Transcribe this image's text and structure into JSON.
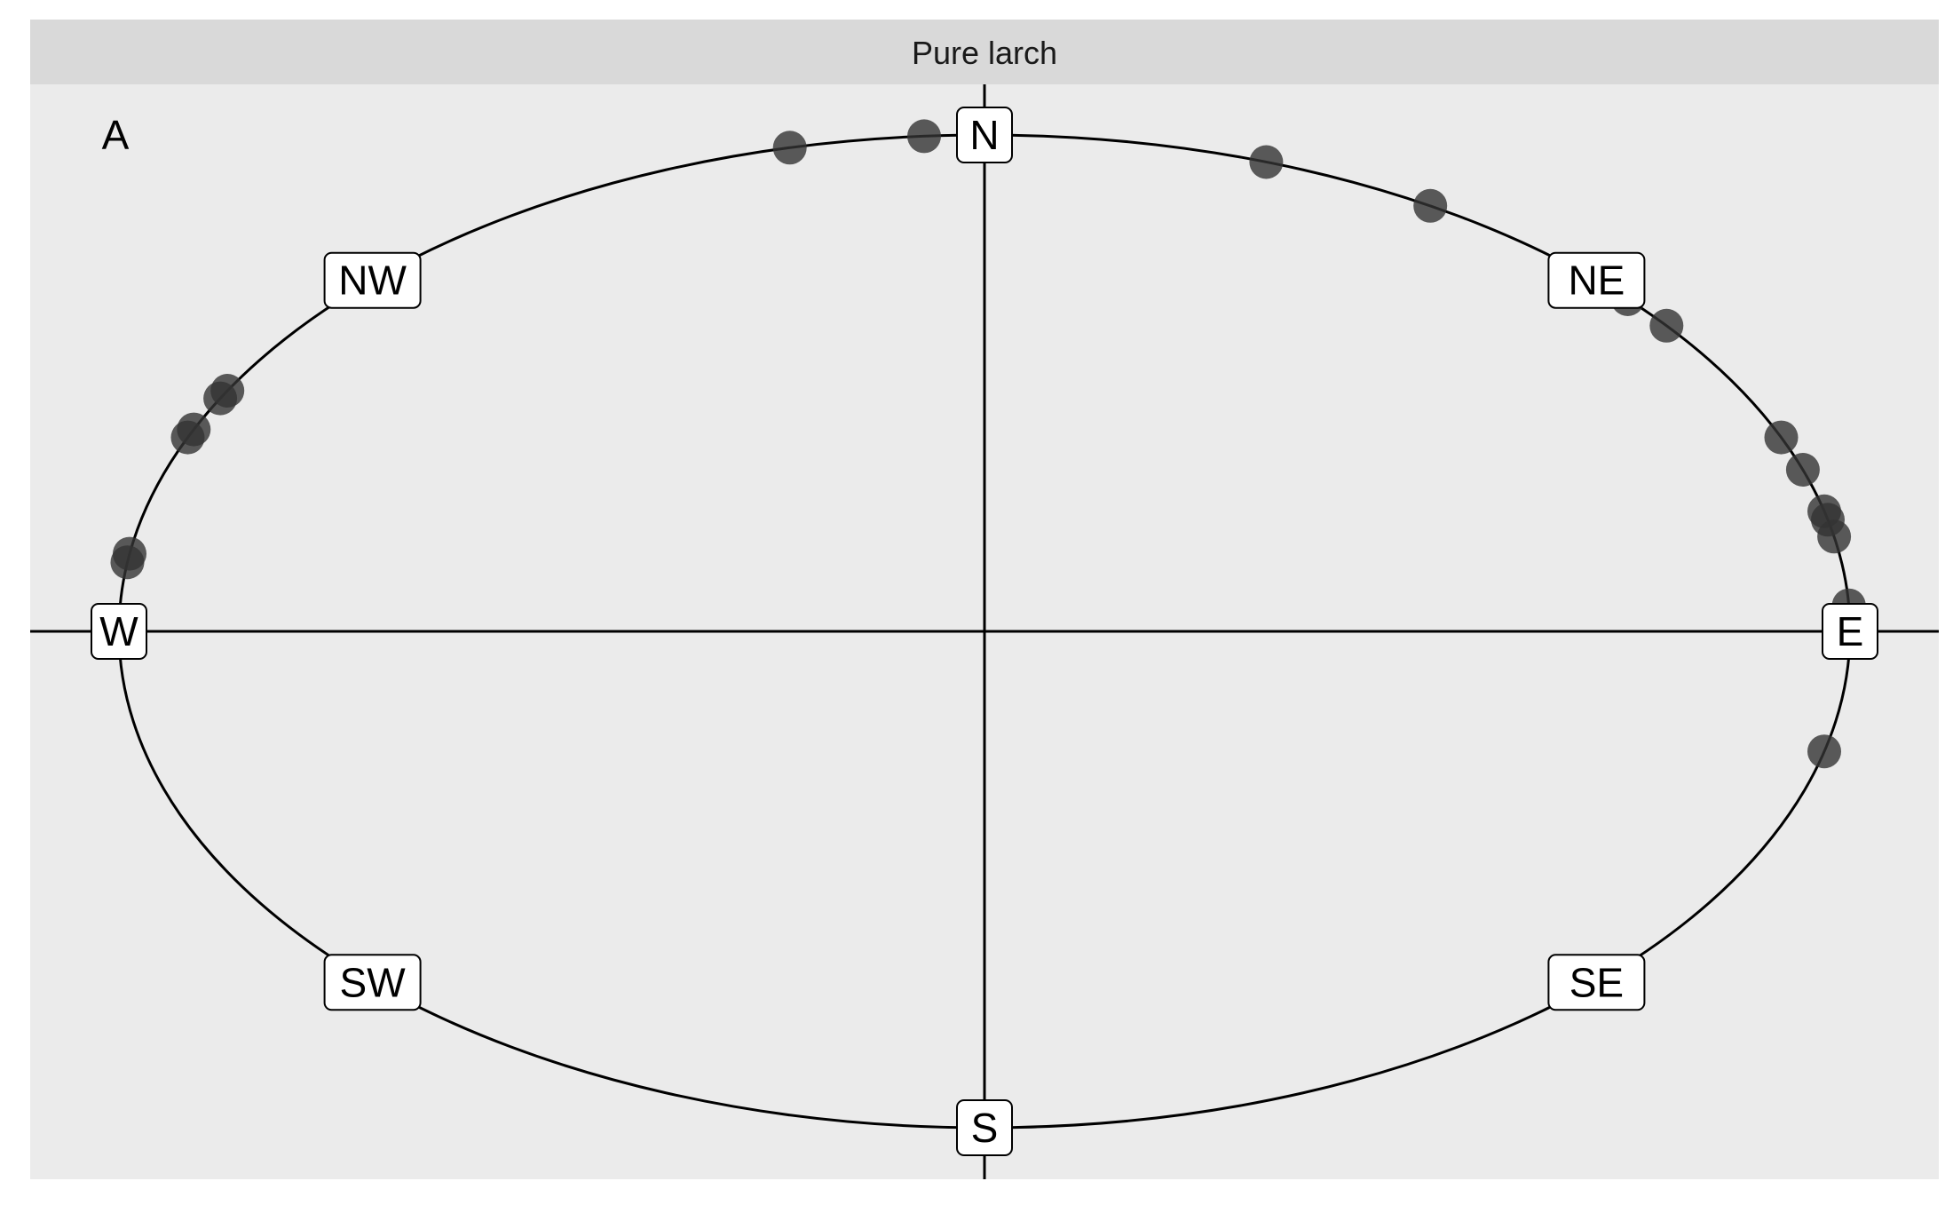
{
  "chart_data": {
    "type": "scatter",
    "coordinate": "polar",
    "facet_label": "Pure larch",
    "panel_tag": "A",
    "direction_labels": [
      {
        "label": "N",
        "angle": 0
      },
      {
        "label": "NE",
        "angle": 45
      },
      {
        "label": "E",
        "angle": 90
      },
      {
        "label": "SE",
        "angle": 135
      },
      {
        "label": "S",
        "angle": 180
      },
      {
        "label": "SW",
        "angle": 225
      },
      {
        "label": "W",
        "angle": 270
      },
      {
        "label": "NW",
        "angle": 315
      }
    ],
    "points_azimuth_deg": [
      347,
      356,
      19,
      31,
      48,
      52,
      67,
      71,
      76,
      77,
      79,
      87,
      104,
      298,
      299,
      294,
      293,
      279,
      278
    ],
    "theta_range": [
      0,
      360
    ],
    "grid": false,
    "colors": {
      "panel_background": "#ebebeb",
      "strip_background": "#d9d9d9",
      "point": "#333333",
      "line": "#000000",
      "label_box": "#ffffff"
    }
  }
}
